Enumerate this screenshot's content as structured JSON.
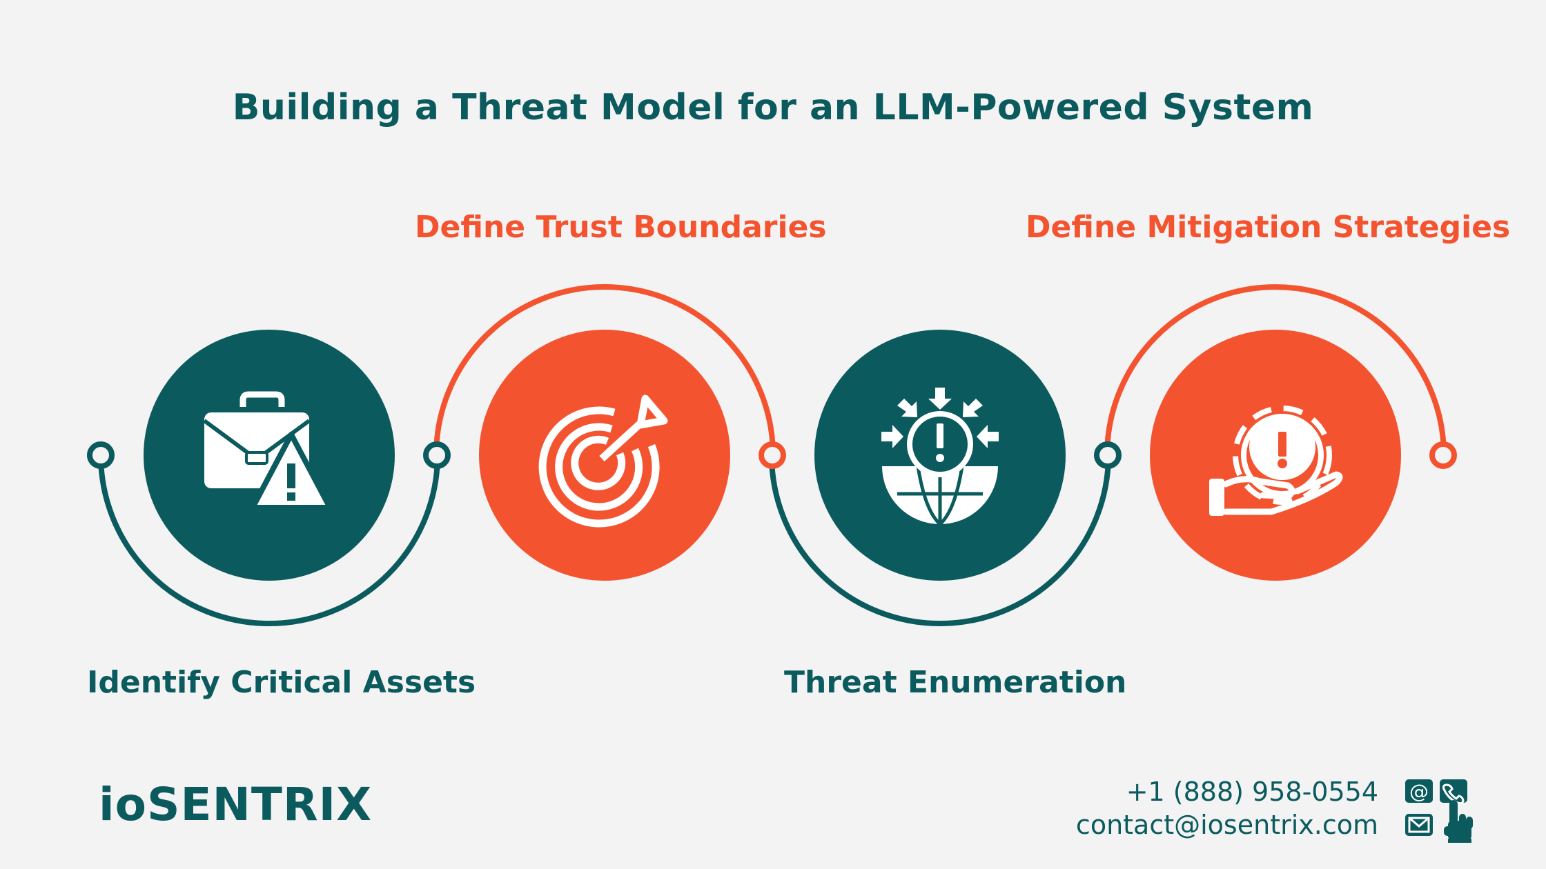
{
  "title": "Building a Threat Model for an LLM-Powered System",
  "steps": [
    {
      "label": "Identify Critical Assets",
      "icon": "briefcase-warning-icon",
      "color": "#0b5a5e"
    },
    {
      "label": "Define Trust Boundaries",
      "icon": "target-arrow-icon",
      "color": "#f4532f"
    },
    {
      "label": "Threat Enumeration",
      "icon": "globe-alert-icon",
      "color": "#0b5a5e"
    },
    {
      "label": "Define Mitigation Strategies",
      "icon": "gear-hand-alert-icon",
      "color": "#f4532f"
    }
  ],
  "brand": "ioSENTRIX",
  "contact": {
    "phone": "+1 (888) 958-0554",
    "email": "contact@iosentrix.com"
  },
  "colors": {
    "teal": "#0b5a5e",
    "orange": "#f4532f",
    "background": "#f3f3f3"
  }
}
